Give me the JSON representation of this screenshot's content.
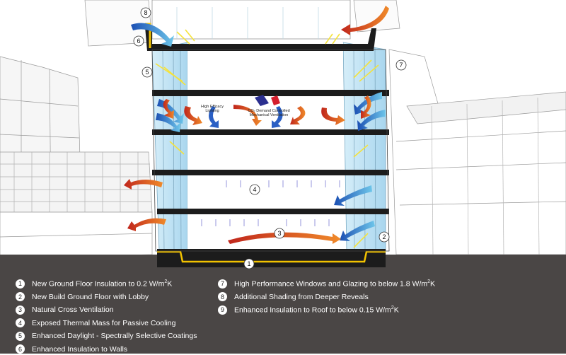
{
  "diagram": {
    "labels": {
      "lighting": "High Efficacy\nLighting",
      "ventilation": "CO₂ Demand Controlled\nMechanical Ventilation"
    },
    "markers": [
      {
        "id": "1"
      },
      {
        "id": "2"
      },
      {
        "id": "3"
      },
      {
        "id": "4"
      },
      {
        "id": "5"
      },
      {
        "id": "6"
      },
      {
        "id": "7"
      },
      {
        "id": "8"
      }
    ]
  },
  "legend": {
    "left": [
      {
        "num": "1",
        "text": "New Ground Floor Insulation to 0.2 W/m",
        "sup": "2",
        "suffix": "K"
      },
      {
        "num": "2",
        "text": "New Build Ground Floor with Lobby",
        "sup": "",
        "suffix": ""
      },
      {
        "num": "3",
        "text": "Natural Cross Ventilation",
        "sup": "",
        "suffix": ""
      },
      {
        "num": "4",
        "text": "Exposed Thermal Mass for Passive Cooling",
        "sup": "",
        "suffix": ""
      },
      {
        "num": "5",
        "text": "Enhanced Daylight - Spectrally Selective Coatings",
        "sup": "",
        "suffix": ""
      },
      {
        "num": "6",
        "text": "Enhanced Insulation to Walls",
        "sup": "",
        "suffix": ""
      }
    ],
    "right": [
      {
        "num": "7",
        "text": "High Performance Windows and Glazing to below 1.8 W/m",
        "sup": "2",
        "suffix": "K"
      },
      {
        "num": "8",
        "text": "Additional Shading from Deeper Reveals",
        "sup": "",
        "suffix": ""
      },
      {
        "num": "9",
        "text": "Enhanced Insulation to Roof to below 0.15 W/m",
        "sup": "2",
        "suffix": "K"
      }
    ]
  },
  "colors": {
    "ground": "#4a4645",
    "slab": "#1c1c1c",
    "insulation": "#f2c200",
    "glass": "#bfe3f5",
    "warm_arrow": "#e06a1a",
    "cool_arrow": "#2f6fd0",
    "sun_arrow": "#f5e23a"
  }
}
